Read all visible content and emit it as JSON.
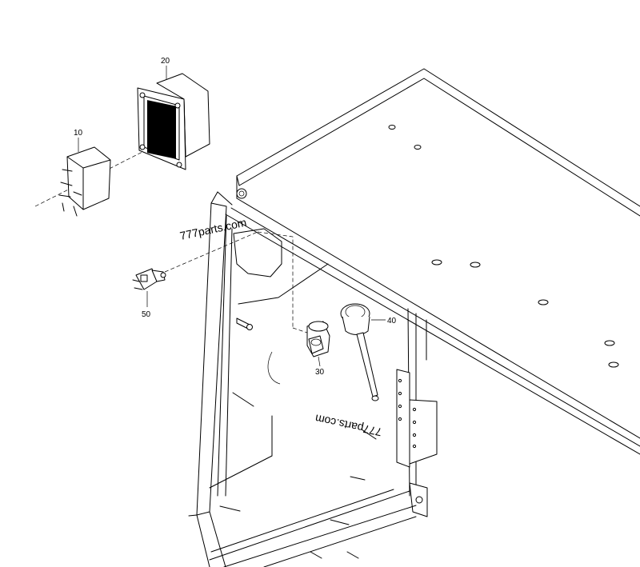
{
  "callouts": {
    "c10": "10",
    "c20": "20",
    "c30": "30",
    "c40": "40",
    "c50": "50"
  },
  "watermarks": {
    "top": "777parts.com",
    "rotated": "777parts.com"
  }
}
